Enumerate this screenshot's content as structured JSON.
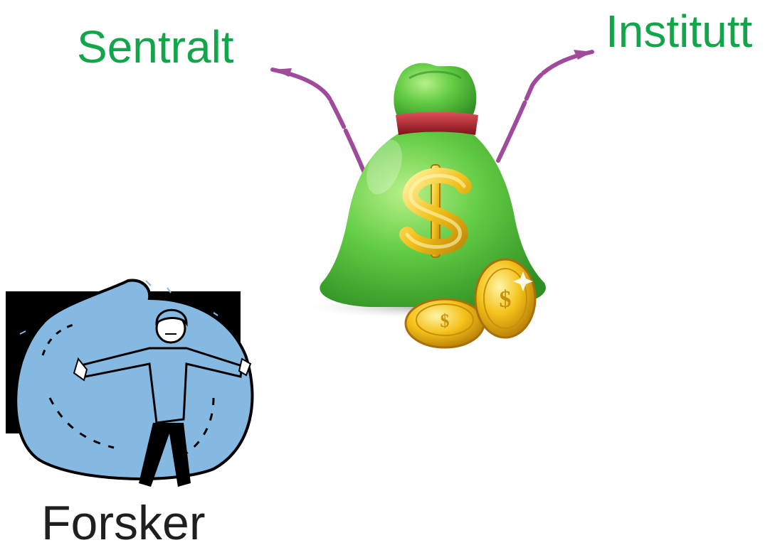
{
  "labels": {
    "sentralt": "Sentralt",
    "institutt": "Institutt",
    "forsker": "Forsker"
  },
  "colors": {
    "label_green": "#12a64a",
    "label_dark": "#1f1f1f",
    "arrow_purple": "#a04a9c",
    "bag_green": "#52c43a",
    "bag_tie_red": "#b3232a",
    "dollar_gold": "#f2c21c",
    "coin_gold": "#f4c21a",
    "sack_blue": "#86b9e2"
  },
  "icons": {
    "money_bag": "money-bag-dollar-icon",
    "coins": "gold-coins-icon",
    "researcher": "researcher-with-sack-clipart"
  }
}
